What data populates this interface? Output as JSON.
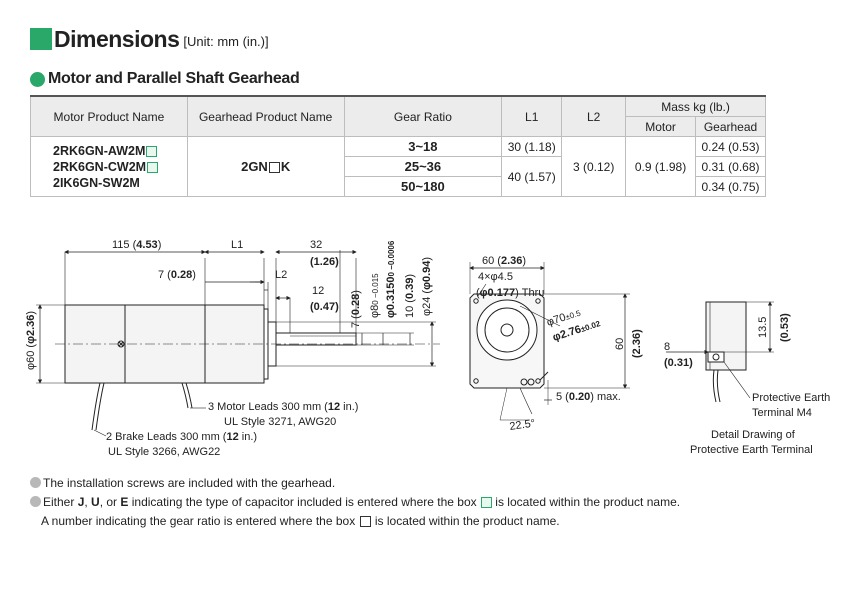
{
  "header": {
    "title": "Dimensions",
    "unit": "[Unit: mm (in.)]",
    "subtitle": "Motor and Parallel Shaft Gearhead"
  },
  "table": {
    "headers": {
      "motor_product": "Motor Product Name",
      "gearhead_product": "Gearhead Product Name",
      "gear_ratio": "Gear Ratio",
      "l1": "L1",
      "l2": "L2",
      "mass": "Mass kg (lb.)",
      "mass_motor": "Motor",
      "mass_gearhead": "Gearhead"
    },
    "motor_products": [
      "2RK6GN-AW2M",
      "2RK6GN-CW2M",
      "2IK6GN-SW2M"
    ],
    "gearhead_product_pre": "2GN",
    "gearhead_product_post": "K",
    "gear_ratios": [
      "3~18",
      "25~36",
      "50~180"
    ],
    "l1": [
      "30 (1.18)",
      "40 (1.57)"
    ],
    "l2": "3 (0.12)",
    "mass_motor": "0.9 (1.98)",
    "mass_gearhead": [
      "0.24 (0.53)",
      "0.31 (0.68)",
      "0.34 (0.75)"
    ]
  },
  "drawing": {
    "dim_115": "115 (",
    "dim_115_b": "4.53",
    "dim_l1": "L1",
    "dim_l2": "L2",
    "dim_32": "32",
    "dim_32_b": "(1.26)",
    "dim_7": "7 (",
    "dim_7_b": "0.28",
    "dim_12": "12",
    "dim_12_b": "(0.47)",
    "dim_7v": "7 (",
    "dim_7v_b": "0.28",
    "dim_phi8": "φ8",
    "dim_phi8_tol": "0 −0.015",
    "dim_phi03150": "φ0.3150",
    "dim_phi03150_tol": "0 −0.0006",
    "dim_10": "10 (",
    "dim_10_b": "0.39",
    "dim_phi24": "φ24 (",
    "dim_phi24_b": "φ0.94",
    "dim_phi60": "φ60 (",
    "dim_phi60_b": "φ2.36",
    "leads_motor_1": "3 Motor Leads 300 mm (",
    "leads_motor_b": "12",
    "leads_motor_2": " in.)",
    "leads_motor_style": "UL Style 3271, AWG20",
    "leads_brake_1": "2 Brake Leads 300 mm (",
    "leads_brake_b": "12",
    "leads_brake_2": " in.)",
    "leads_brake_style": "UL Style 3266, AWG22",
    "dim_60": "60 (",
    "dim_60_b": "2.36",
    "holes": "4×φ4.5",
    "holes_thru_1": "(",
    "holes_thru_b": "φ0.177",
    "holes_thru_2": ") Thru",
    "dim_phi70": "φ70",
    "dim_phi70_tol": "±0.5",
    "dim_phi276": "φ2.76",
    "dim_phi276_tol": "±0.02",
    "dim_60v": "60",
    "dim_60v_b": "(2.36)",
    "dim_5": "5 (",
    "dim_5_b": "0.20",
    "dim_5_c": ") max.",
    "dim_225": "22.5°",
    "dim_135": "13.5",
    "dim_135_b": "(0.53)",
    "dim_8": "8",
    "dim_8_b": "(0.31)",
    "pe_terminal_1": "Protective Earth",
    "pe_terminal_2": "Terminal M4",
    "detail_1": "Detail Drawing of",
    "detail_2": "Protective Earth Terminal"
  },
  "notes": {
    "note1": "The installation screws are included with the gearhead.",
    "note2_a": "Either ",
    "note2_j": "J",
    "note2_c1": ", ",
    "note2_u": "U",
    "note2_c2": ", or ",
    "note2_e": "E",
    "note2_b": " indicating the type of capacitor included is entered where the box ",
    "note2_c": " is located within the product name.",
    "note3_a": "A number indicating the gear ratio is entered where the box ",
    "note3_b": " is located within the product name."
  },
  "colors": {
    "accent": "#2aa86a",
    "header_bg": "#ececec",
    "motor_body": "#f4f4f4"
  }
}
